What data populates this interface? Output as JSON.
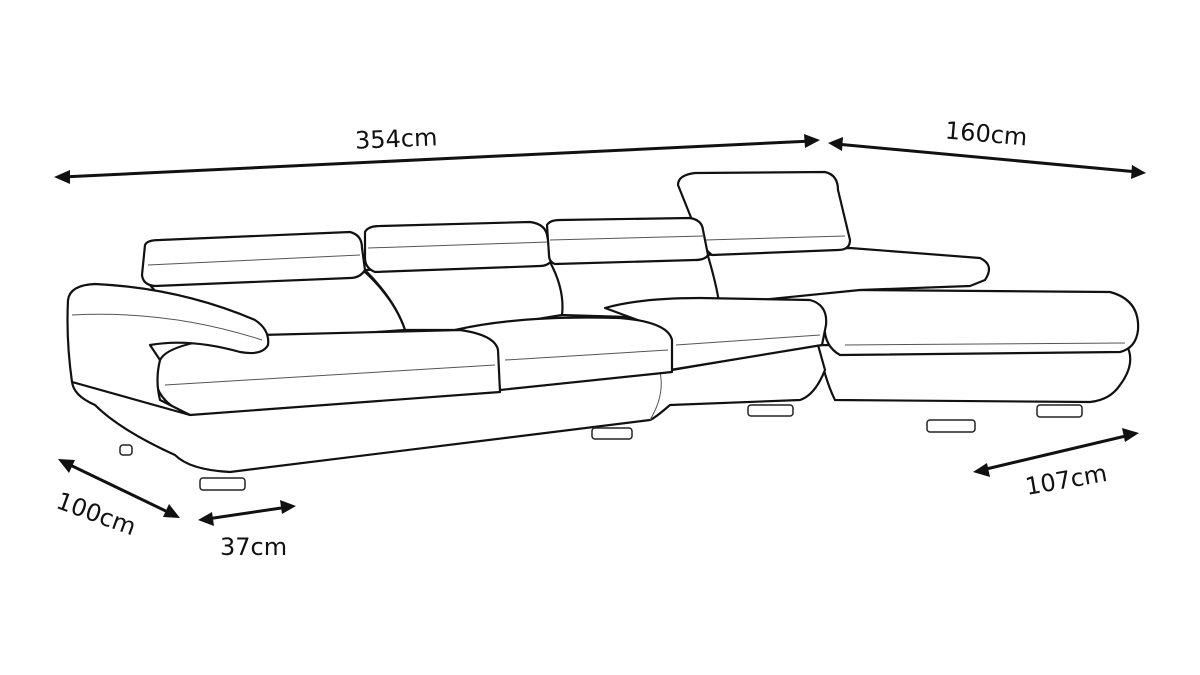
{
  "dimensions": {
    "total_length": "354cm",
    "chaise_length": "160cm",
    "depth": "100cm",
    "seat_depth_offset": "37cm",
    "chaise_width": "107cm"
  }
}
